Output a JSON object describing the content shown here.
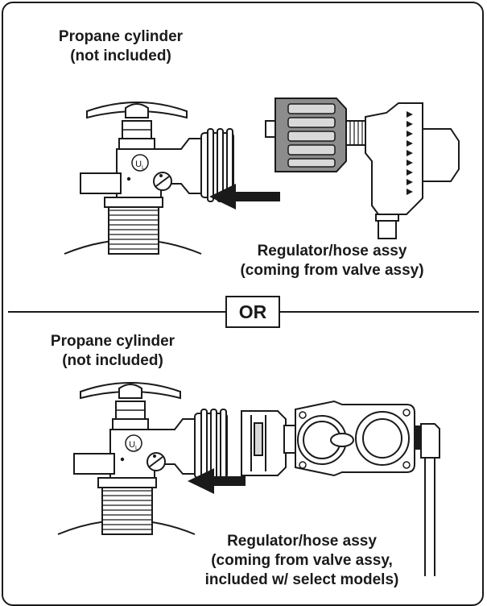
{
  "top": {
    "cylinder_label": [
      "Propane cylinder",
      "(not included)"
    ],
    "regulator_label": [
      "Regulator/hose assy",
      "(coming from valve assy)"
    ]
  },
  "divider": {
    "text": "OR"
  },
  "bottom": {
    "cylinder_label": [
      "Propane cylinder",
      "(not included)"
    ],
    "regulator_label": [
      "Regulator/hose assy",
      "(coming from valve assy,",
      "included w/ select models)"
    ]
  },
  "valve_badge": "UL",
  "colors": {
    "ink": "#1a1a1a",
    "shade": "#8c8c8c",
    "light": "#d9d9d9"
  }
}
